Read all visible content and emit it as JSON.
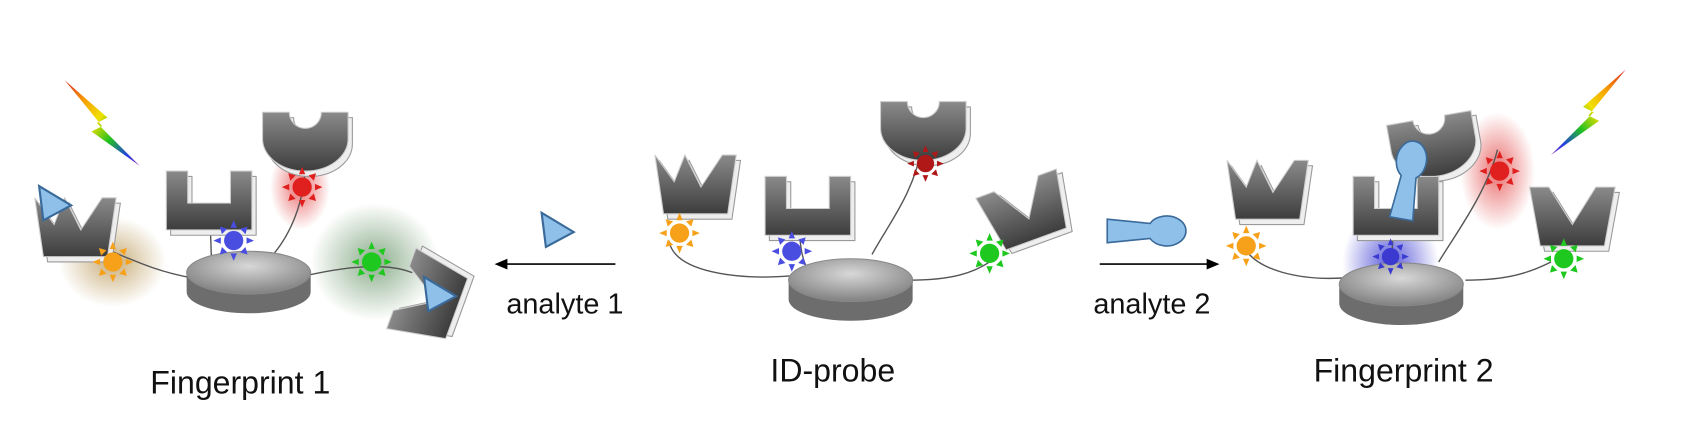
{
  "labels": {
    "fingerprint1": "Fingerprint 1",
    "analyte1": "analyte 1",
    "probe": "ID-probe",
    "analyte2": "analyte 2",
    "fingerprint2": "Fingerprint 2"
  },
  "colors": {
    "orange": "#f7a11a",
    "blue": "#4a4ee0",
    "red": "#e0201e",
    "green": "#1ec81e",
    "analyte": "#8ec0ea",
    "receptor": "#5a5a5a"
  }
}
